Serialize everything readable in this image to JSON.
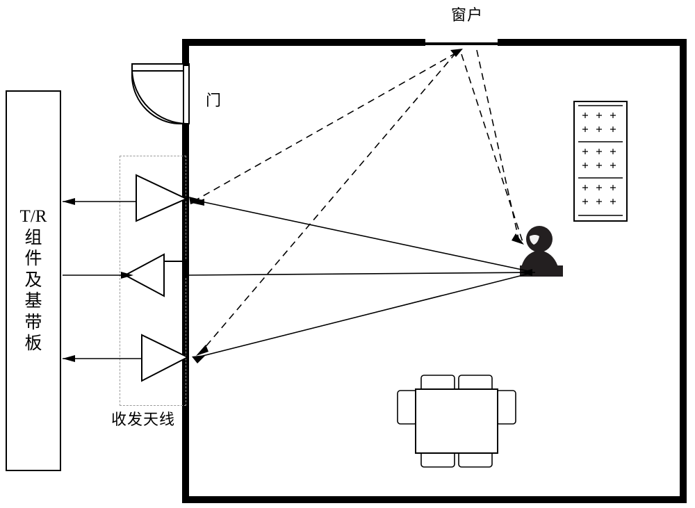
{
  "diagram": {
    "title_labels": {
      "window": "窗户",
      "antenna": "收发天线",
      "door": "门",
      "tr_module": "T/R\n组件\n及\n基带\n板"
    },
    "tr_module_lines": [
      "T/R",
      "组",
      "件",
      "及",
      "基",
      "带",
      "板"
    ],
    "colors": {
      "wall": "#000000",
      "line": "#000000",
      "dashed_group": "#999999",
      "person_body": "#231f20",
      "background": "#ffffff"
    },
    "elements": {
      "antennas": [
        {
          "name": "receive-antenna-top",
          "direction": "left"
        },
        {
          "name": "transmit-antenna-middle",
          "direction": "right"
        },
        {
          "name": "receive-antenna-bottom",
          "direction": "left"
        }
      ],
      "furniture": [
        {
          "name": "table-with-chairs"
        },
        {
          "name": "radiator"
        },
        {
          "name": "door-swing"
        }
      ],
      "person": {
        "name": "person-figure"
      },
      "signal_paths": {
        "solid_count": 4,
        "dashed_count": 4
      }
    }
  }
}
